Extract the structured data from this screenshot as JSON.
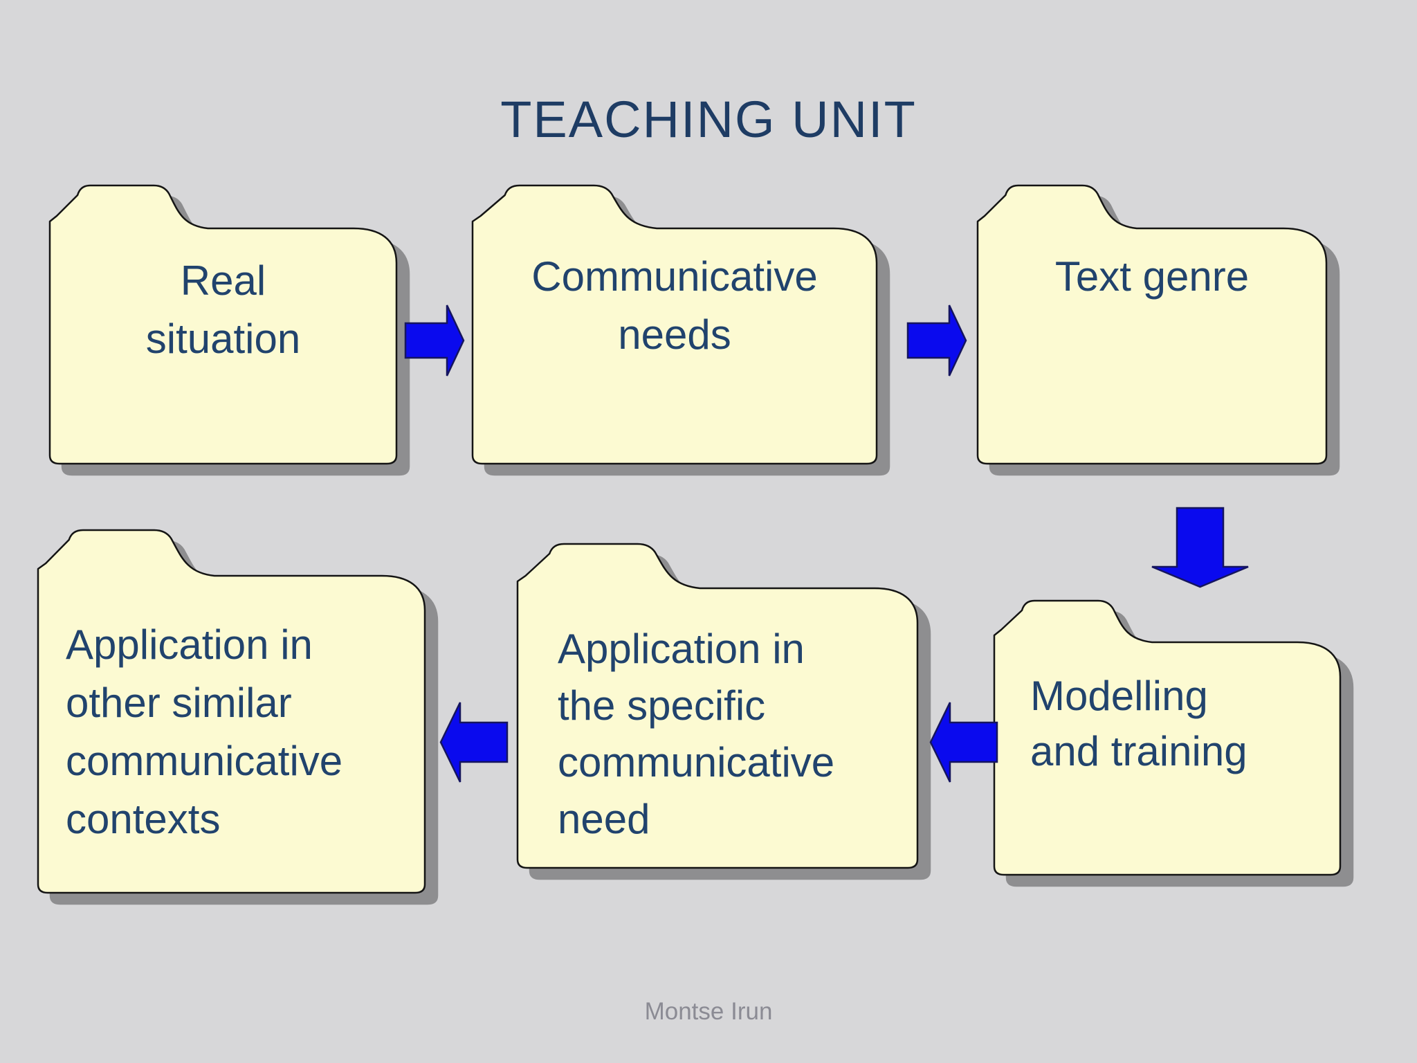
{
  "title": "TEACHING UNIT",
  "footer": "Montse Irun",
  "colors": {
    "background": "#d7d7d9",
    "folder_fill": "#fcfad2",
    "folder_border": "#141414",
    "shadow": "#8e8e90",
    "arrow_fill": "#0a0aee",
    "arrow_border": "#15155f",
    "text_navy": "#21436d",
    "footer_gray": "#8b8b94"
  },
  "folders": {
    "real_situation": {
      "label": "Real\nsituation"
    },
    "communicative_needs": {
      "label": "Communicative\nneeds"
    },
    "text_genre": {
      "label": "Text genre"
    },
    "modelling_training": {
      "label": "Modelling\nand training"
    },
    "application_specific": {
      "label": "Application in\nthe specific\ncommunicative\nneed"
    },
    "application_other": {
      "label": "Application in\nother similar\ncommunicative\ncontexts"
    }
  },
  "arrows": [
    {
      "name": "arrow-right-icon",
      "direction": "right",
      "from": "real_situation",
      "to": "communicative_needs"
    },
    {
      "name": "arrow-right-icon",
      "direction": "right",
      "from": "communicative_needs",
      "to": "text_genre"
    },
    {
      "name": "arrow-down-icon",
      "direction": "down",
      "from": "text_genre",
      "to": "modelling_training"
    },
    {
      "name": "arrow-left-icon",
      "direction": "left",
      "from": "modelling_training",
      "to": "application_specific"
    },
    {
      "name": "arrow-left-icon",
      "direction": "left",
      "from": "application_specific",
      "to": "application_other"
    }
  ]
}
